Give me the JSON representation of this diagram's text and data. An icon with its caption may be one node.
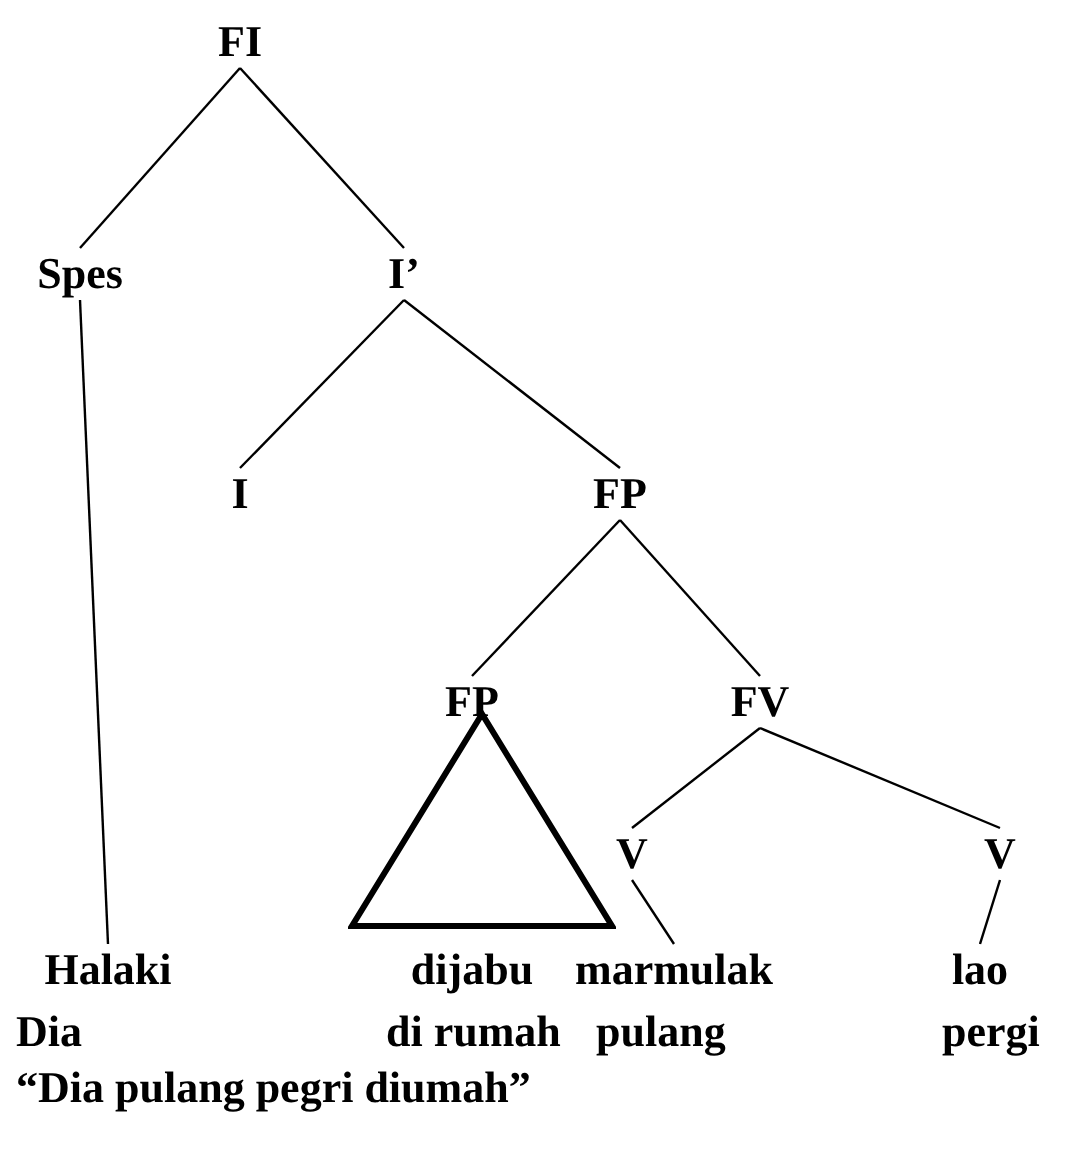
{
  "diagram": {
    "nodes": [
      {
        "text": [
          "FI"
        ]
      },
      {
        "text": [
          "Spes"
        ]
      },
      {
        "text": [
          "I’"
        ]
      },
      {
        "text": [
          "I"
        ]
      },
      {
        "text": [
          "FP"
        ]
      },
      {
        "text": [
          "FP"
        ]
      },
      {
        "text": [],
        "shape": "triangle"
      },
      {
        "text": [
          "FV"
        ]
      },
      {
        "text": [
          "V"
        ]
      },
      {
        "text": [
          "V"
        ]
      },
      {
        "text": [
          "Halaki"
        ]
      },
      {
        "text": [
          "dijabu"
        ]
      },
      {
        "text": [
          "marmulak"
        ]
      },
      {
        "text": [
          "lao"
        ]
      }
    ],
    "edges": [
      {
        "from": 0,
        "to": 1,
        "arrow": "none"
      },
      {
        "from": 0,
        "to": 2,
        "arrow": "none"
      },
      {
        "from": 2,
        "to": 3,
        "arrow": "none"
      },
      {
        "from": 2,
        "to": 4,
        "arrow": "none"
      },
      {
        "from": 4,
        "to": 5,
        "arrow": "none"
      },
      {
        "from": 4,
        "to": 7,
        "arrow": "none"
      },
      {
        "from": 7,
        "to": 8,
        "arrow": "none"
      },
      {
        "from": 7,
        "to": 9,
        "arrow": "none"
      },
      {
        "from": 1,
        "to": 10,
        "arrow": "none"
      },
      {
        "from": 8,
        "to": 12,
        "arrow": "none"
      },
      {
        "from": 9,
        "to": 13,
        "arrow": "none"
      }
    ],
    "labels": [
      "Dia",
      "di rumah",
      "pulang",
      "pergi",
      "“Dia pulang pegri diumah”"
    ]
  }
}
